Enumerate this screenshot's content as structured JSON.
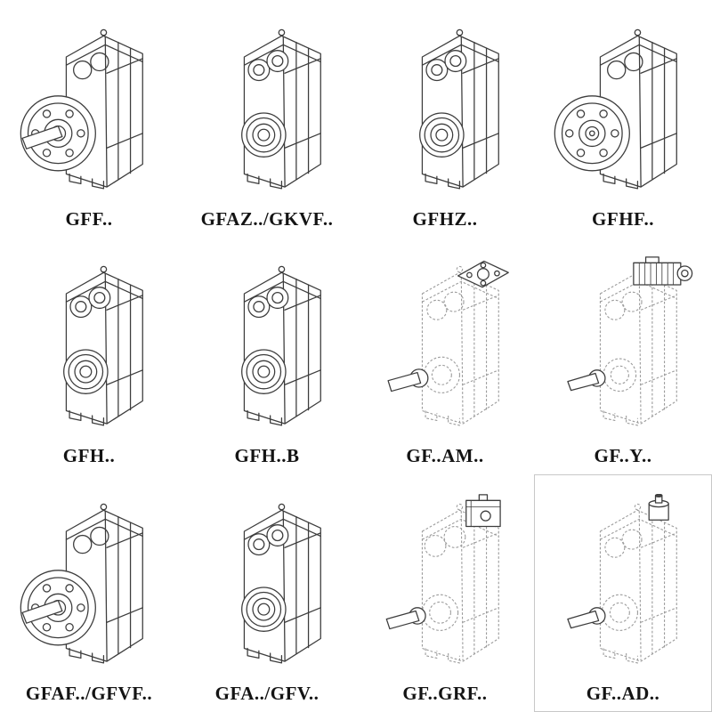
{
  "page": {
    "background": "#ffffff"
  },
  "catalog": {
    "rows": 3,
    "cols": 4,
    "cells": [
      {
        "label": "GFF..",
        "symbol": "#sym-flange-shaft",
        "drawing": "parallel-shaft-gearbox-output-flange-solid-shaft"
      },
      {
        "label": "GFAZ../GKVF..",
        "symbol": "#sym-hollow",
        "drawing": "parallel-shaft-gearbox-hollow-shaft"
      },
      {
        "label": "GFHZ..",
        "symbol": "#sym-hollow",
        "drawing": "parallel-shaft-gearbox-hollow-shaft-shrink-disc"
      },
      {
        "label": "GFHF..",
        "symbol": "#sym-flange",
        "drawing": "parallel-shaft-gearbox-output-flange"
      },
      {
        "label": "GFH..",
        "symbol": "#sym-hollow",
        "drawing": "parallel-shaft-gearbox-hollow-shaft-housing"
      },
      {
        "label": "GFH..B",
        "symbol": "#sym-hollow",
        "drawing": "parallel-shaft-gearbox-hollow-shaft-foot-mount"
      },
      {
        "label": "GF..AM..",
        "symbol": "#sym-dashed-flangetop",
        "drawing": "gearbox-with-iec-motor-adapter-flange"
      },
      {
        "label": "GF..Y..",
        "symbol": "#sym-dashed-motor",
        "drawing": "gearbox-with-mounted-motor"
      },
      {
        "label": "GFAF../GFVF..",
        "symbol": "#sym-flange-shaft",
        "drawing": "parallel-shaft-gearbox-output-flange-solid-shaft"
      },
      {
        "label": "GFA../GFV..",
        "symbol": "#sym-hollow",
        "drawing": "parallel-shaft-gearbox-hollow-shaft"
      },
      {
        "label": "GF..GRF..",
        "symbol": "#sym-dashed-block",
        "drawing": "gearbox-with-gear-input-unit"
      },
      {
        "label": "GF..AD..",
        "symbol": "#sym-dashed-adapter",
        "drawing": "gearbox-with-input-shaft-adapter"
      }
    ]
  }
}
